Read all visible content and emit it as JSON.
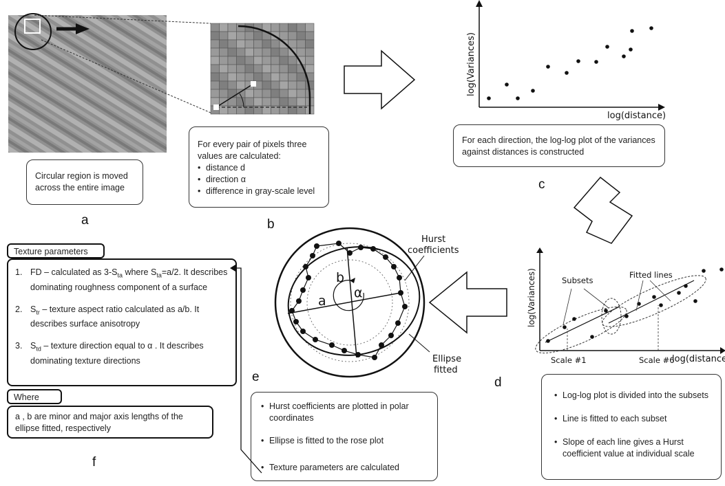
{
  "panel_letters": {
    "a": "a",
    "b": "b",
    "c": "c",
    "d": "d",
    "e": "e",
    "f": "f"
  },
  "box_a": {
    "text": "Circular region  is moved across the entire image"
  },
  "box_b": {
    "intro": "For every pair of pixels  three values are calculated:",
    "items": [
      "distance d",
      "direction α",
      "difference in gray-scale level"
    ]
  },
  "plot_c": {
    "ylabel": "log(Variances)",
    "xlabel": "log(distance)"
  },
  "box_c": {
    "text": "For  each direction, the log-log plot of the variances against distances is constructed"
  },
  "plot_d": {
    "ylabel": "log(Variances)",
    "xlabel": "log(distance)",
    "subsets_label": "Subsets",
    "fitted_label": "Fitted lines",
    "scale1": "Scale #1",
    "scale6": "Scale #6"
  },
  "box_d": {
    "items": [
      "Log-log plot is divided into the subsets",
      "Line is fitted to each subset",
      "Slope of each line gives a Hurst coefficient value at individual scale"
    ]
  },
  "polar_e": {
    "hurst_label_1": "Hurst",
    "hurst_label_2": "coefficients",
    "ellipse_label_1": "Ellipse",
    "ellipse_label_2": "fitted",
    "axis_a": "a",
    "axis_b": "b",
    "angle": "α"
  },
  "box_e": {
    "items": [
      "Hurst coefficients are plotted in polar coordinates",
      "Ellipse is fitted to the rose plot",
      "Texture parameters are calculated"
    ]
  },
  "panel_f": {
    "header": "Texture parameters",
    "items": [
      {
        "num": "1.",
        "text": "FD – calculated as 3-S_ta where S_ta=a/2. It describes dominating roughness component of a surface"
      },
      {
        "num": "2.",
        "text": "S_tr – texture aspect ratio calculated as a/b. It describes surface anisotropy"
      },
      {
        "num": "3.",
        "text": "S_td – texture direction equal to α . It describes dominating texture directions"
      }
    ],
    "where_header": "Where",
    "where_text": "a , b are minor and major axis lengths of the ellipse fitted, respectively"
  },
  "colors": {
    "stroke": "#111111",
    "texture_light": "#bdbdbd",
    "texture_dark": "#6b6b6b",
    "grid_fill": "#8a8a8a"
  }
}
